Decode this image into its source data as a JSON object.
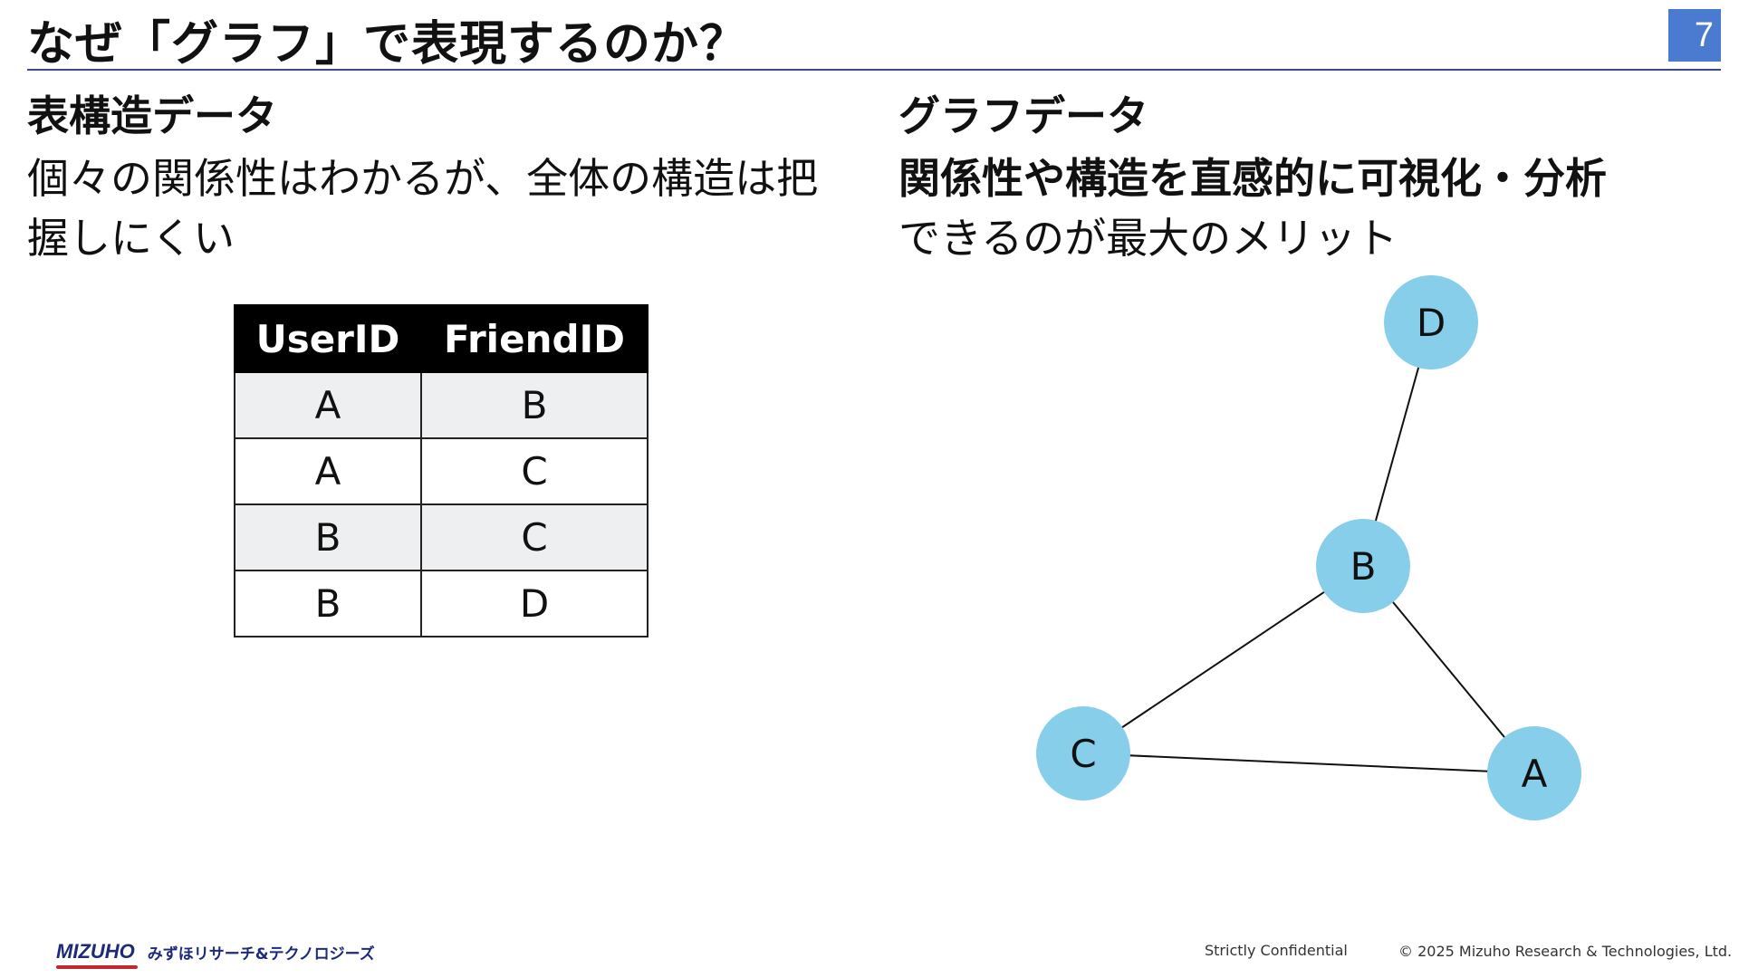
{
  "slide": {
    "title": "なぜ「グラフ」で表現するのか？",
    "page_number": "7",
    "accent_color": "#4a7bd1"
  },
  "left": {
    "heading": "表構造データ",
    "description": "個々の関係性はわかるが、全体の構造は把握しにくい",
    "table": {
      "headers": [
        "UserID",
        "FriendID"
      ],
      "rows": [
        [
          "A",
          "B"
        ],
        [
          "A",
          "C"
        ],
        [
          "B",
          "C"
        ],
        [
          "B",
          "D"
        ]
      ]
    }
  },
  "right": {
    "heading": "グラフデータ",
    "description_strong": "関係性や構造を直感的に可視化・分析",
    "description_normal": "できるのが最大のメリット",
    "graph": {
      "node_color": "#87ceeb",
      "nodes": [
        {
          "id": "D",
          "label": "D"
        },
        {
          "id": "B",
          "label": "B"
        },
        {
          "id": "C",
          "label": "C"
        },
        {
          "id": "A",
          "label": "A"
        }
      ],
      "edges": [
        [
          "A",
          "B"
        ],
        [
          "A",
          "C"
        ],
        [
          "B",
          "C"
        ],
        [
          "B",
          "D"
        ]
      ]
    }
  },
  "footer": {
    "brand": "MIZUHO",
    "company": "みずほリサーチ&テクノロジーズ",
    "confidential": "Strictly Confidential",
    "copyright": "© 2025 Mizuho Research & Technologies, Ltd."
  }
}
